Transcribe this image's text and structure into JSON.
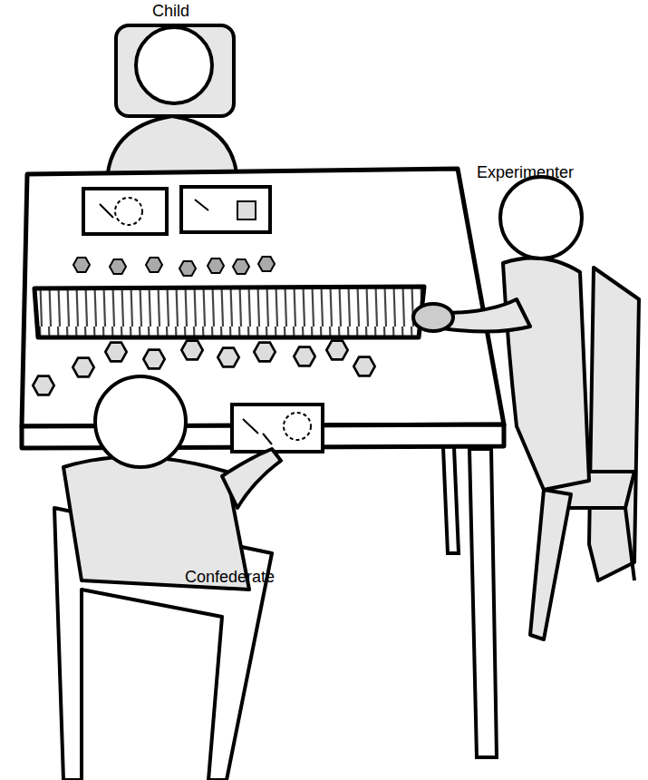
{
  "diagram": {
    "labels": [
      "Child",
      "Experimenter",
      "Confederate"
    ]
  }
}
